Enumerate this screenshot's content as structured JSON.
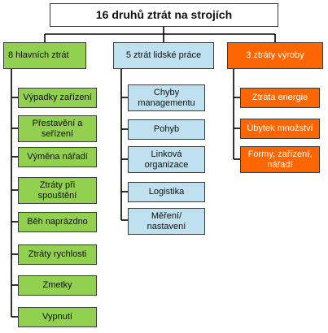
{
  "root": "16 druhů ztrát na strojích",
  "groups": [
    {
      "title": "8 hlavních ztrát",
      "items": [
        "Výpadky zařízení",
        "Přestavění a seřízení",
        "Výměna nářadí",
        "Ztráty při spouštění",
        "Běh naprázdno",
        "Ztráty rychlosti",
        "Zmetky",
        "Vypnutí"
      ]
    },
    {
      "title": "5 ztrát lidské práce",
      "items": [
        "Chyby managementu",
        "Pohyb",
        "Linková organizace",
        "Logistika",
        "Měření/ nastavení"
      ]
    },
    {
      "title": "3 ztráty výroby",
      "items": [
        "Ztráta energie",
        "Úbytek množství",
        "Formy, zařízení, nářadí"
      ]
    }
  ],
  "colors": {
    "group1": "#92d050",
    "group2": "#bfe0ee",
    "group3": "#ff6600"
  }
}
